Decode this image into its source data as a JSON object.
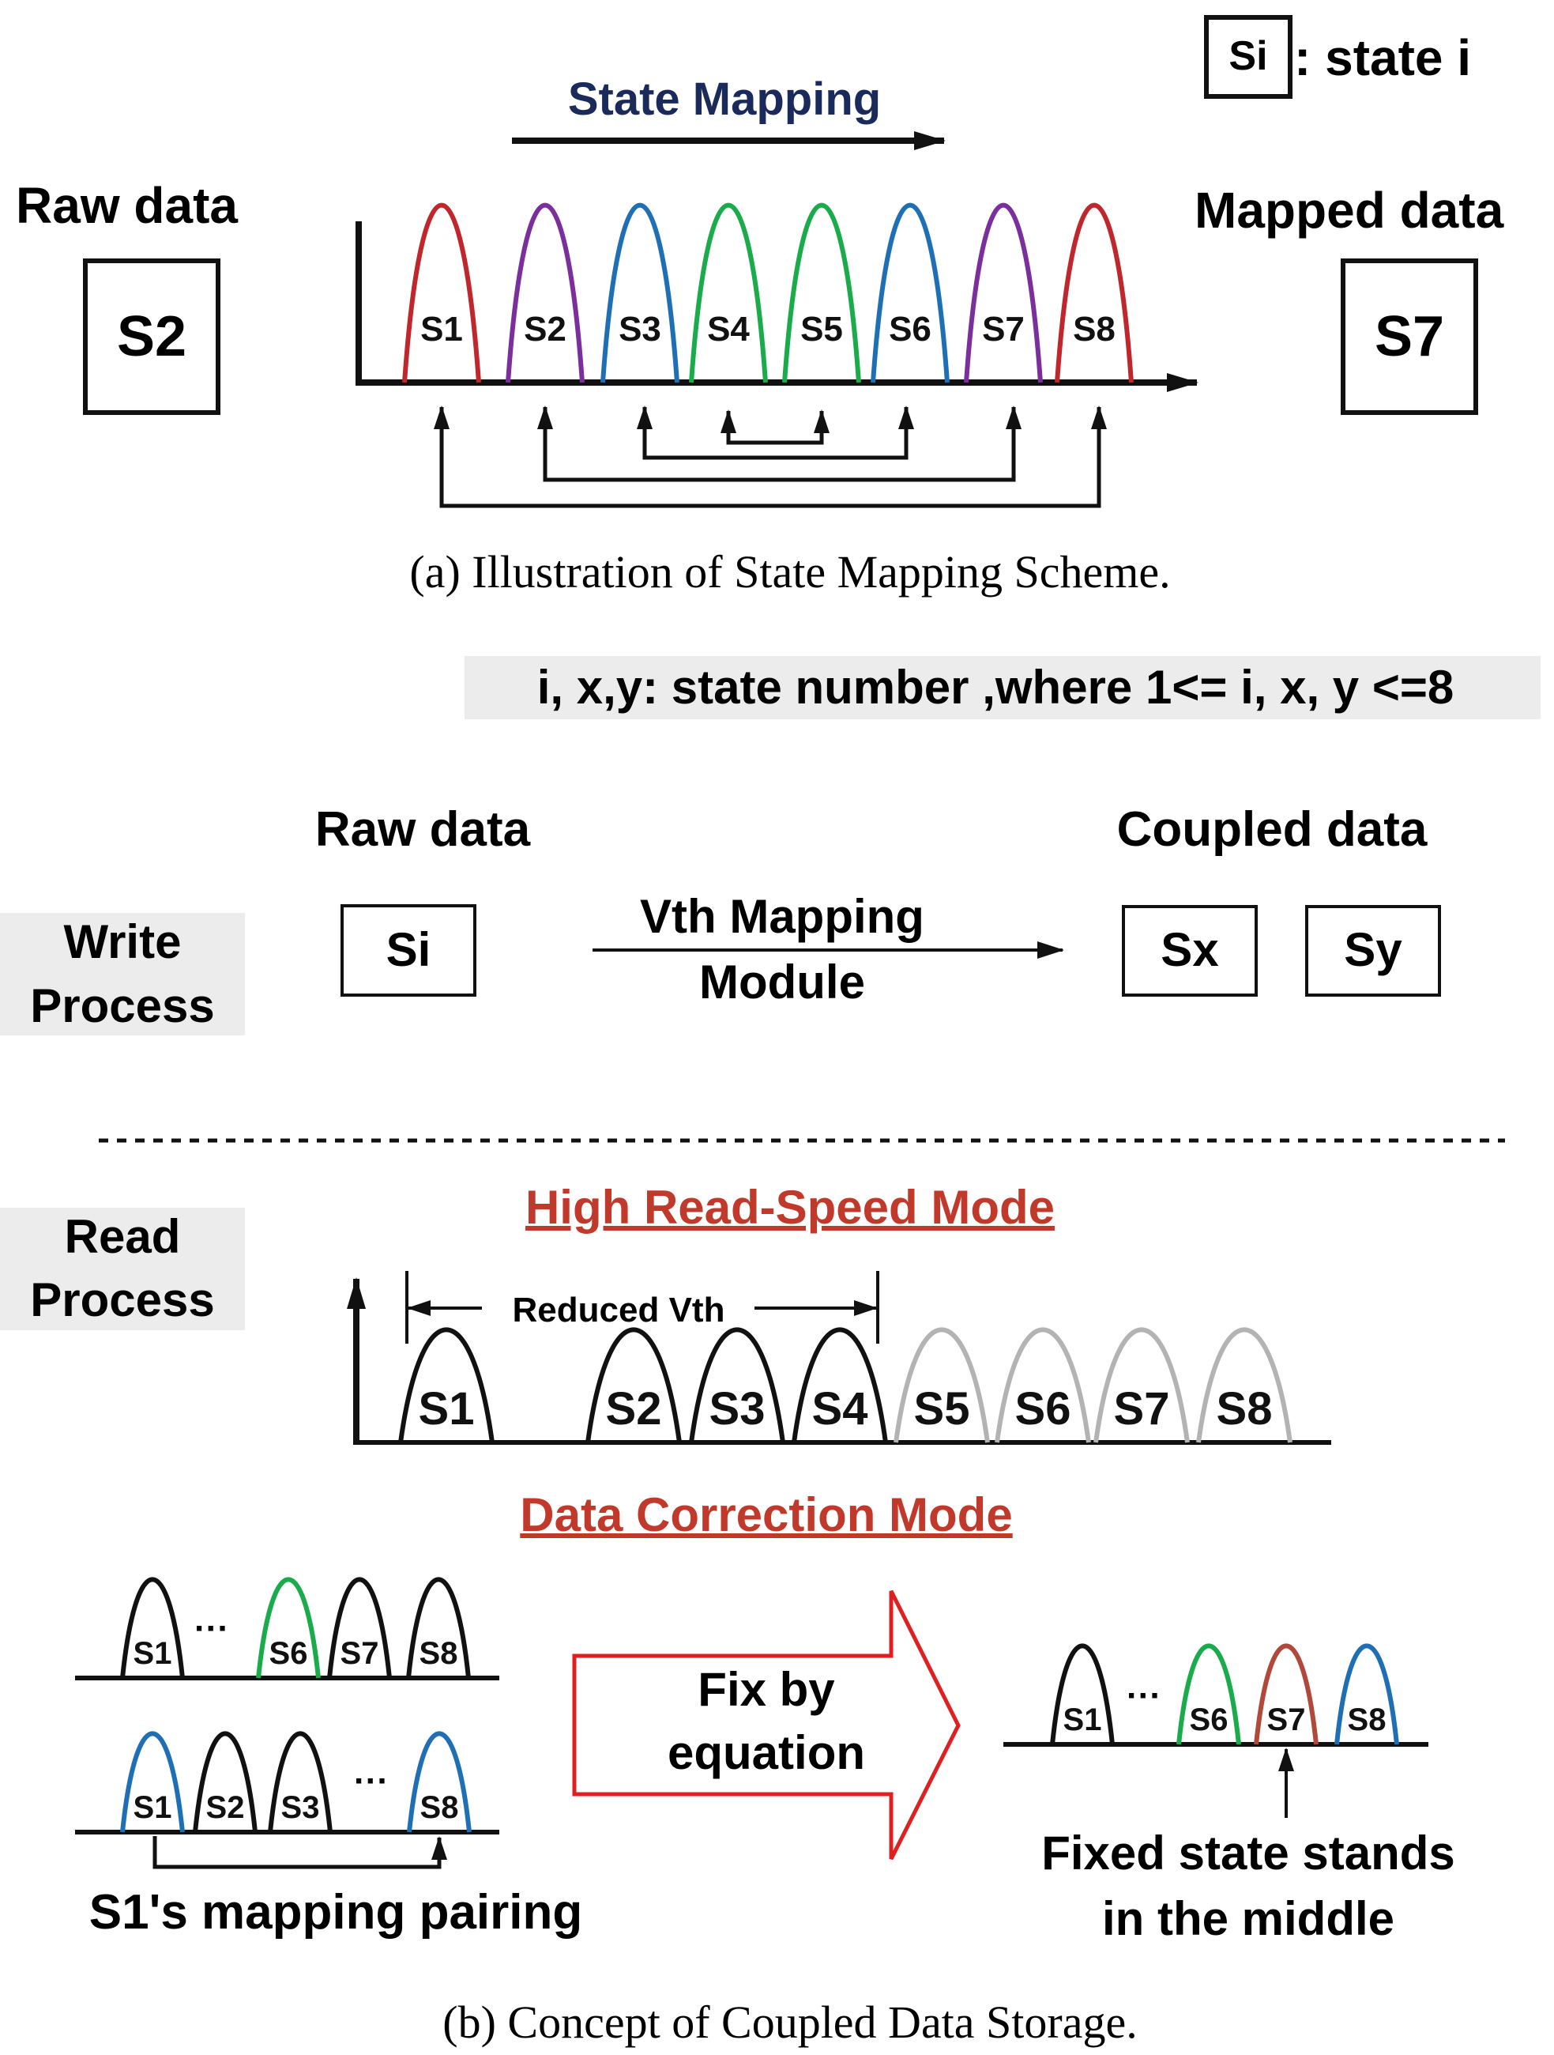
{
  "legend": {
    "box_label": "Si",
    "text": ": state i"
  },
  "part_a": {
    "arrow_label": "State Mapping",
    "raw_title": "Raw data",
    "raw_value": "S2",
    "mapped_title": "Mapped data",
    "mapped_value": "S7",
    "states": [
      {
        "label": "S1",
        "color": "#c0272d"
      },
      {
        "label": "S2",
        "color": "#7b2f9c"
      },
      {
        "label": "S3",
        "color": "#1f6fb5"
      },
      {
        "label": "S4",
        "color": "#1aab4b"
      },
      {
        "label": "S5",
        "color": "#1aab4b"
      },
      {
        "label": "S6",
        "color": "#1f6fb5"
      },
      {
        "label": "S7",
        "color": "#7b2f9c"
      },
      {
        "label": "S8",
        "color": "#c0272d"
      }
    ],
    "caption": "(a) Illustration of State Mapping Scheme."
  },
  "part_b": {
    "note": "i, x,y: state number ,where 1<= i, x, y <=8",
    "raw_title": "Raw data",
    "coupled_title": "Coupled data",
    "write_label": [
      "Write",
      "Process"
    ],
    "raw_box": "Si",
    "module_label": [
      "Vth Mapping",
      "Module"
    ],
    "coupled_boxes": [
      "Sx",
      "Sy"
    ],
    "read_label": [
      "Read",
      "Process"
    ],
    "high_speed": {
      "title": "High Read-Speed Mode",
      "reduced_label": "Reduced Vth",
      "states": [
        "S1",
        "S2",
        "S3",
        "S4",
        "S5",
        "S6",
        "S7",
        "S8"
      ],
      "active_color": "#111111",
      "inactive_color": "#b3b3b3"
    },
    "correction": {
      "title": "Data Correction Mode",
      "row1": [
        "S1",
        "S6",
        "S7",
        "S8"
      ],
      "row2": [
        "S1",
        "S2",
        "S3",
        "S8"
      ],
      "ellipsis": "···",
      "pairing_label": "S1's mapping pairing",
      "fix_label": [
        "Fix by",
        "equation"
      ],
      "result": [
        "S1",
        "S6",
        "S7",
        "S8"
      ],
      "fixed_label": [
        "Fixed state stands",
        "in the middle"
      ],
      "colors": {
        "black": "#111111",
        "green": "#1aab4b",
        "blue": "#1f6fb5",
        "red": "#b0493a",
        "arrow": "#e02020"
      }
    },
    "title_color": "#c0392b",
    "caption": "(b) Concept of Coupled Data Storage."
  }
}
